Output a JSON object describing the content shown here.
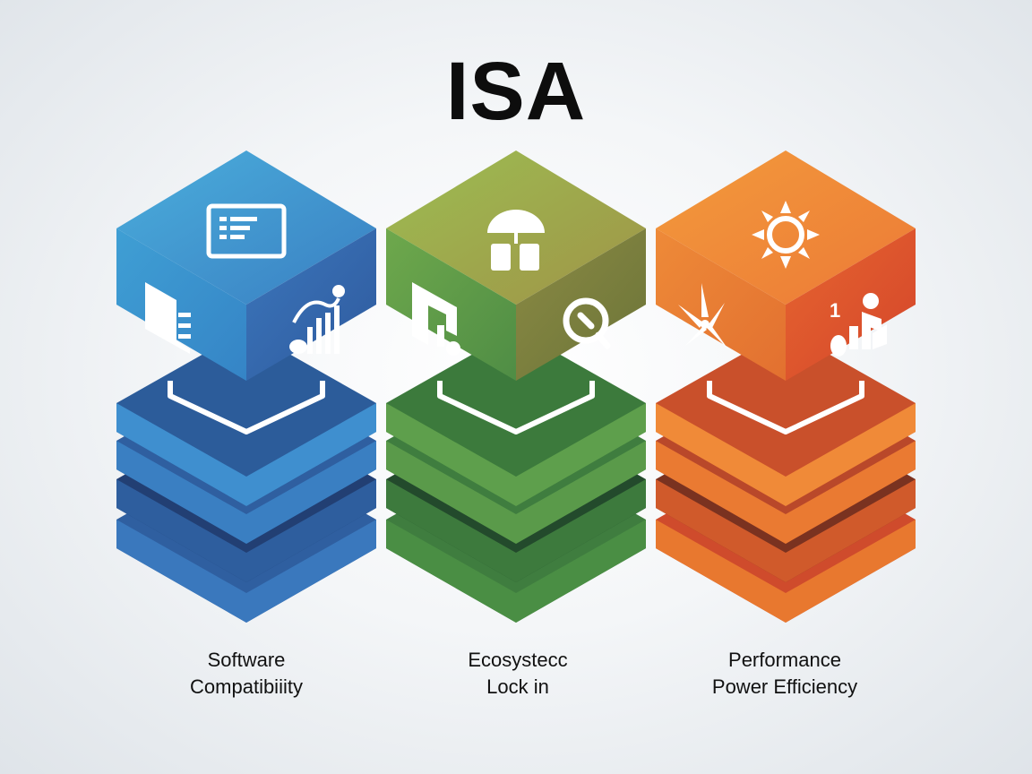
{
  "title": "ISA",
  "pillars": [
    {
      "id": "software",
      "label_line1": "Software",
      "label_line2": "Compatibiiity",
      "colors": {
        "light": "#3f9fd4",
        "mid": "#3a7fc2",
        "dark": "#2f5fa0",
        "deep": "#223f73"
      },
      "icons": {
        "top": "code-window-icon",
        "left": "document-icon",
        "right": "chart-person-icon"
      }
    },
    {
      "id": "ecosystem",
      "label_line1": "Ecosystecc",
      "label_line2": "Lock in",
      "colors": {
        "light": "#8fb54e",
        "mid": "#5e9a4a",
        "dark": "#3f7d3f",
        "deep": "#234a2c"
      },
      "icons": {
        "top": "umbrella-icon",
        "left": "puzzle-icon",
        "right": "search-ring-icon"
      }
    },
    {
      "id": "performance",
      "label_line1": "Performance",
      "label_line2": "Power Efficiency",
      "colors": {
        "light": "#f08a3a",
        "mid": "#e56a33",
        "dark": "#cf4b2c",
        "deep": "#7a3220"
      },
      "icons": {
        "top": "sun-icon",
        "left": "fan-icon",
        "right": "bar-climb-icon"
      }
    }
  ]
}
